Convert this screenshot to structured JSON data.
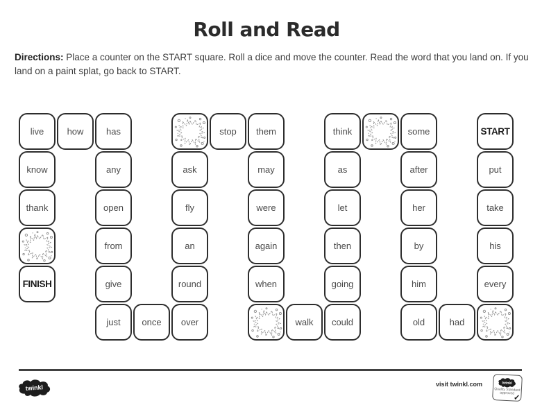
{
  "page": {
    "title": "Roll and Read",
    "directions_label": "Directions:",
    "directions_text": " Place a counter on the START square. Roll a dice and move the counter. Read the word that you land on. If you land on a paint splat, go back to START."
  },
  "board": {
    "columns": 13,
    "rows": 6,
    "cells": [
      {
        "col": 1,
        "row": 1,
        "type": "word",
        "label": "live"
      },
      {
        "col": 2,
        "row": 1,
        "type": "word",
        "label": "how"
      },
      {
        "col": 3,
        "row": 1,
        "type": "word",
        "label": "has"
      },
      {
        "col": 5,
        "row": 1,
        "type": "splat",
        "label": ""
      },
      {
        "col": 6,
        "row": 1,
        "type": "word",
        "label": "stop"
      },
      {
        "col": 7,
        "row": 1,
        "type": "word",
        "label": "them"
      },
      {
        "col": 9,
        "row": 1,
        "type": "word",
        "label": "think"
      },
      {
        "col": 10,
        "row": 1,
        "type": "splat",
        "label": ""
      },
      {
        "col": 11,
        "row": 1,
        "type": "word",
        "label": "some"
      },
      {
        "col": 13,
        "row": 1,
        "type": "start",
        "label": "START"
      },
      {
        "col": 1,
        "row": 2,
        "type": "word",
        "label": "know"
      },
      {
        "col": 3,
        "row": 2,
        "type": "word",
        "label": "any"
      },
      {
        "col": 5,
        "row": 2,
        "type": "word",
        "label": "ask"
      },
      {
        "col": 7,
        "row": 2,
        "type": "word",
        "label": "may"
      },
      {
        "col": 9,
        "row": 2,
        "type": "word",
        "label": "as"
      },
      {
        "col": 11,
        "row": 2,
        "type": "word",
        "label": "after"
      },
      {
        "col": 13,
        "row": 2,
        "type": "word",
        "label": "put"
      },
      {
        "col": 1,
        "row": 3,
        "type": "word",
        "label": "thank"
      },
      {
        "col": 3,
        "row": 3,
        "type": "word",
        "label": "open"
      },
      {
        "col": 5,
        "row": 3,
        "type": "word",
        "label": "fly"
      },
      {
        "col": 7,
        "row": 3,
        "type": "word",
        "label": "were"
      },
      {
        "col": 9,
        "row": 3,
        "type": "word",
        "label": "let"
      },
      {
        "col": 11,
        "row": 3,
        "type": "word",
        "label": "her"
      },
      {
        "col": 13,
        "row": 3,
        "type": "word",
        "label": "take"
      },
      {
        "col": 1,
        "row": 4,
        "type": "splat",
        "label": ""
      },
      {
        "col": 3,
        "row": 4,
        "type": "word",
        "label": "from"
      },
      {
        "col": 5,
        "row": 4,
        "type": "word",
        "label": "an"
      },
      {
        "col": 7,
        "row": 4,
        "type": "word",
        "label": "again"
      },
      {
        "col": 9,
        "row": 4,
        "type": "word",
        "label": "then"
      },
      {
        "col": 11,
        "row": 4,
        "type": "word",
        "label": "by"
      },
      {
        "col": 13,
        "row": 4,
        "type": "word",
        "label": "his"
      },
      {
        "col": 1,
        "row": 5,
        "type": "finish",
        "label": "FINISH"
      },
      {
        "col": 3,
        "row": 5,
        "type": "word",
        "label": "give"
      },
      {
        "col": 5,
        "row": 5,
        "type": "word",
        "label": "round"
      },
      {
        "col": 7,
        "row": 5,
        "type": "word",
        "label": "when"
      },
      {
        "col": 9,
        "row": 5,
        "type": "word",
        "label": "going"
      },
      {
        "col": 11,
        "row": 5,
        "type": "word",
        "label": "him"
      },
      {
        "col": 13,
        "row": 5,
        "type": "word",
        "label": "every"
      },
      {
        "col": 3,
        "row": 6,
        "type": "word",
        "label": "just"
      },
      {
        "col": 4,
        "row": 6,
        "type": "word",
        "label": "once"
      },
      {
        "col": 5,
        "row": 6,
        "type": "word",
        "label": "over"
      },
      {
        "col": 7,
        "row": 6,
        "type": "splat",
        "label": ""
      },
      {
        "col": 8,
        "row": 6,
        "type": "word",
        "label": "walk"
      },
      {
        "col": 9,
        "row": 6,
        "type": "word",
        "label": "could"
      },
      {
        "col": 11,
        "row": 6,
        "type": "word",
        "label": "old"
      },
      {
        "col": 12,
        "row": 6,
        "type": "word",
        "label": "had"
      },
      {
        "col": 13,
        "row": 6,
        "type": "splat",
        "label": ""
      }
    ]
  },
  "footer": {
    "logo_text": "twinkl",
    "visit_text": "visit twinkl.com",
    "badge": {
      "logo_text": "twinkl",
      "line1": "Quality Standard",
      "line2": "approved",
      "check": "✓"
    }
  },
  "colors": {
    "square_border": "#2d2d2d",
    "word_text": "#4a4a4a",
    "splat_outline": "#909090",
    "footer_rule": "#414141",
    "logo_fill": "#1d1d1d"
  }
}
